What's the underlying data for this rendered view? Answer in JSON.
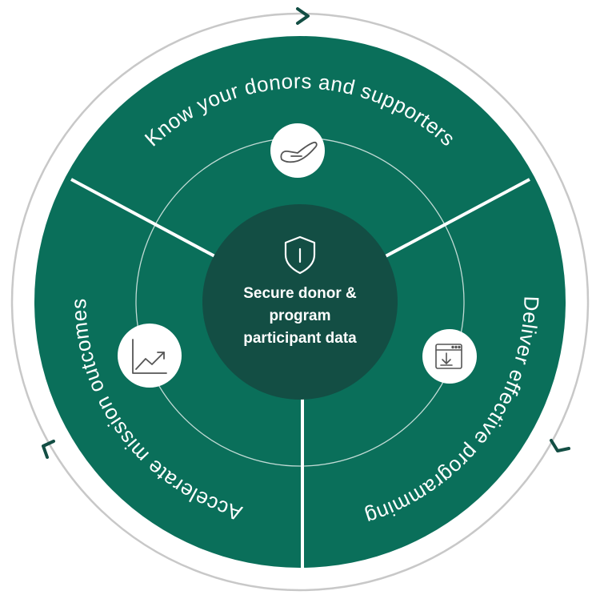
{
  "colors": {
    "segment": "#0a6f5a",
    "center": "#134e44",
    "outer_ring": "#c8c8c8",
    "arrow": "#134e44",
    "divider": "#ffffff"
  },
  "segments": [
    {
      "label": "Know your donors and supporters",
      "icon": "hand-icon"
    },
    {
      "label": "Deliver effective programming",
      "icon": "calendar-download-icon"
    },
    {
      "label": "Accelerate mission outcomes",
      "icon": "growth-chart-icon"
    }
  ],
  "center": {
    "icon": "shield-icon",
    "lines": [
      "Secure donor &",
      "program",
      "participant data"
    ]
  },
  "arrows": [
    "chevron-right-icon",
    "chevron-down-left-icon",
    "chevron-up-left-icon"
  ]
}
